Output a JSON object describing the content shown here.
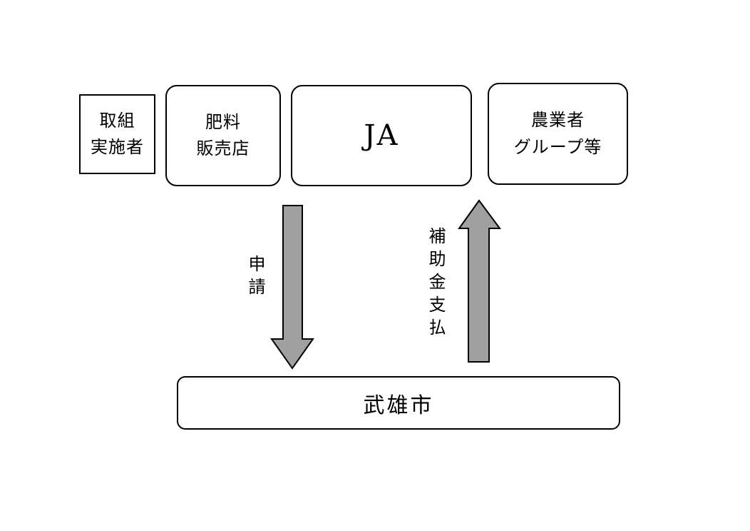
{
  "implementer_label": {
    "line1": "取組",
    "line2": "実施者"
  },
  "boxes": {
    "fertilizer_shop": {
      "line1": "肥料",
      "line2": "販売店"
    },
    "ja": {
      "label": "JA"
    },
    "farmer_groups": {
      "line1": "農業者",
      "line2": "グループ等"
    },
    "city": {
      "label": "武雄市"
    }
  },
  "arrows": {
    "application": {
      "label": "申請",
      "direction": "down",
      "color": "#a0a0a0"
    },
    "subsidy_payment": {
      "label": "補助金支払",
      "direction": "up",
      "color": "#a0a0a0"
    }
  }
}
